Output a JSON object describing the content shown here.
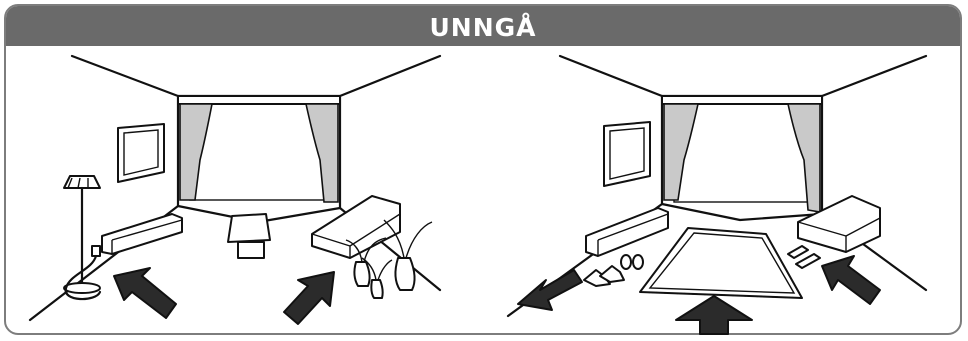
{
  "header": {
    "title": "UNNGÅ"
  },
  "scenes": [
    {
      "id": "left",
      "hazards": [
        "lamp-cord",
        "sofa-corner",
        "plant-vases"
      ]
    },
    {
      "id": "right",
      "hazards": [
        "shoes",
        "rug",
        "slippers"
      ]
    }
  ]
}
